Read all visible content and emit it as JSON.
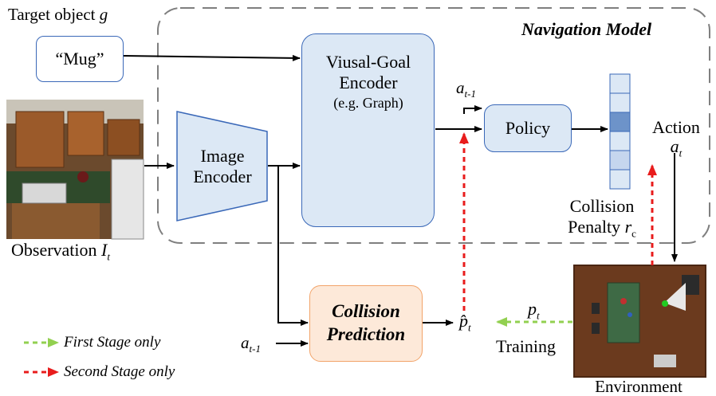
{
  "target_label": "Target object",
  "target_var": "g",
  "mug_label": "“Mug”",
  "nav_model_label": "Navigation Model",
  "observation_label": "Observation",
  "observation_var": "I",
  "observation_sub": "t",
  "image_encoder": [
    "Image",
    "Encoder"
  ],
  "vg_encoder": [
    "Viusal-Goal",
    "Encoder",
    "(e.g. Graph)"
  ],
  "policy_label": "Policy",
  "action_prev": {
    "var": "a",
    "sub": "t-1"
  },
  "action_label": "Action",
  "action_var": {
    "var": "a",
    "sub": "t"
  },
  "collision_penalty": [
    "Collision",
    "Penalty"
  ],
  "penalty_var": {
    "var": "r",
    "sub": "c"
  },
  "collision_prediction": [
    "Collision",
    "Prediction"
  ],
  "pred_var": {
    "var": "p̂",
    "sub": "t"
  },
  "p_var": {
    "var": "p",
    "sub": "t"
  },
  "training_label": "Training",
  "environment_label": "Environment",
  "legend": {
    "first": "First Stage  only",
    "second": "Second Stage only"
  },
  "colors": {
    "box_fill": "#dce8f5",
    "box_border": "#3a68b8",
    "orange_fill": "#fde9d9",
    "orange_border": "#f2a46a",
    "green_arrow": "#92d050",
    "red_arrow": "#e81c1c",
    "graph_node": "#4472c4",
    "policy_highlight": "#6d93c9"
  }
}
